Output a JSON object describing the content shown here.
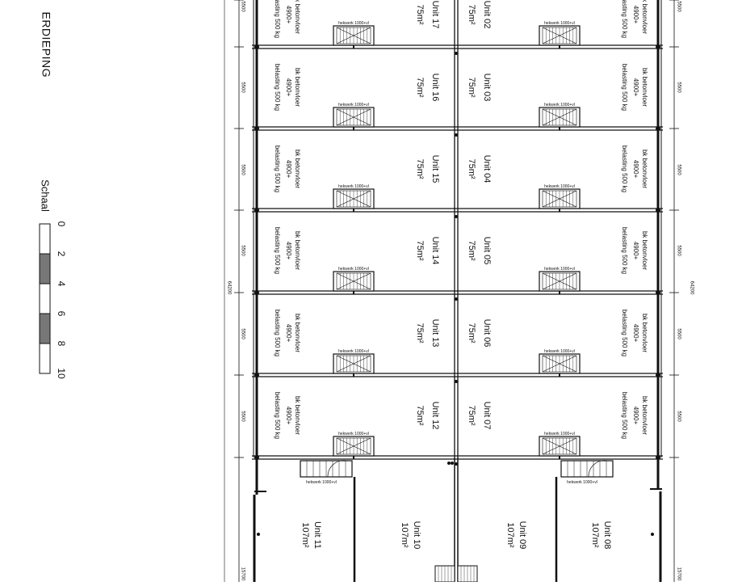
{
  "drawing": {
    "floor_label": "ERDIEPING",
    "overall_dimension": "64200",
    "unit_dimension": "5500",
    "end_dimension": "15700",
    "floor_note": {
      "line1": "bk betonvloer",
      "line2": "4900+",
      "line3": "belasting 500 kg"
    },
    "railing_label": "hekwerk 1000+vl",
    "scale": {
      "label": "Schaal",
      "ticks": [
        "0",
        "2",
        "4",
        "6",
        "8",
        "10"
      ]
    },
    "row_units": [
      {
        "left": {
          "name": "Unit 17",
          "area": "75m²"
        },
        "right": {
          "name": "Unit 02",
          "area": "75m²"
        }
      },
      {
        "left": {
          "name": "Unit 16",
          "area": "75m²"
        },
        "right": {
          "name": "Unit 03",
          "area": "75m²"
        }
      },
      {
        "left": {
          "name": "Unit 15",
          "area": "75m²"
        },
        "right": {
          "name": "Unit 04",
          "area": "75m²"
        }
      },
      {
        "left": {
          "name": "Unit 14",
          "area": "75m²"
        },
        "right": {
          "name": "Unit 05",
          "area": "75m²"
        }
      },
      {
        "left": {
          "name": "Unit 13",
          "area": "75m²"
        },
        "right": {
          "name": "Unit 06",
          "area": "75m²"
        }
      },
      {
        "left": {
          "name": "Unit 12",
          "area": "75m²"
        },
        "right": {
          "name": "Unit 07",
          "area": "75m²"
        }
      }
    ],
    "large_units": [
      {
        "name": "Unit 11",
        "area": "107m²"
      },
      {
        "name": "Unit 10",
        "area": "107m²"
      },
      {
        "name": "Unit 09",
        "area": "107m²"
      },
      {
        "name": "Unit 08",
        "area": "107m²"
      }
    ]
  }
}
